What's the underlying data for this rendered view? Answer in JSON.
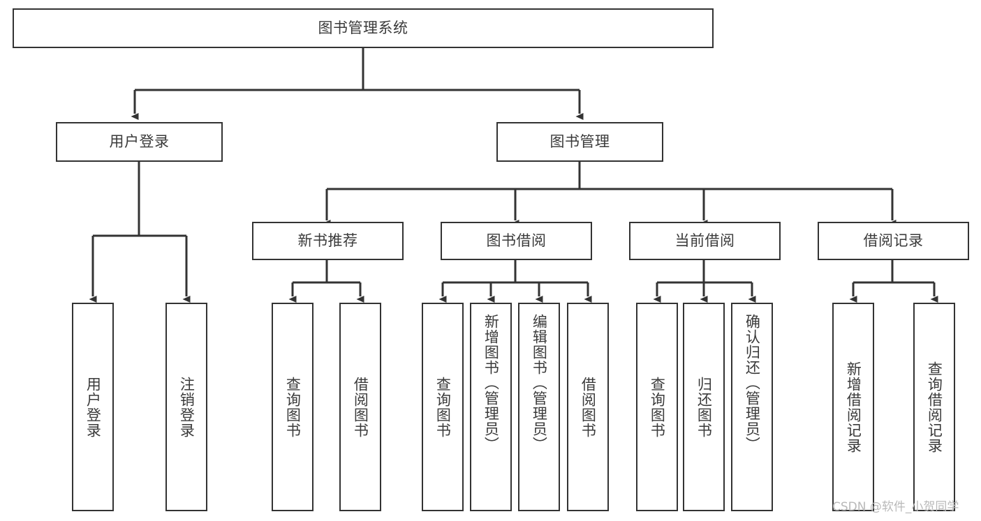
{
  "diagram": {
    "title": "图书管理系统",
    "type": "tree-hierarchy-flowchart",
    "colors": {
      "box_border": "#333333",
      "box_fill": "#ffffff",
      "text": "#3a3a3a",
      "connector": "#333333",
      "watermark": "#b9b9b9",
      "page_background": "#ffffff"
    },
    "nodes": {
      "root": {
        "label": "图书管理系统"
      },
      "level2": [
        {
          "id": "user-login",
          "label": "用户登录"
        },
        {
          "id": "book-management",
          "label": "图书管理"
        }
      ],
      "level3": [
        {
          "id": "new-book-recommend",
          "label": "新书推荐"
        },
        {
          "id": "book-borrow",
          "label": "图书借阅"
        },
        {
          "id": "current-borrow",
          "label": "当前借阅"
        },
        {
          "id": "borrow-record",
          "label": "借阅记录"
        }
      ],
      "leaves": {
        "user_login": [
          {
            "id": "leaf-user-login",
            "label": "用户登录"
          },
          {
            "id": "leaf-logout-login",
            "label": "注销登录"
          }
        ],
        "new_book_recommend": [
          {
            "id": "leaf-query-book-1",
            "label": "查询图书"
          },
          {
            "id": "leaf-borrow-book-1",
            "label": "借阅图书"
          }
        ],
        "book_borrow": [
          {
            "id": "leaf-query-book-2",
            "label": "查询图书"
          },
          {
            "id": "leaf-add-book-admin",
            "label": "新增图书（管理员）"
          },
          {
            "id": "leaf-edit-book-admin",
            "label": "编辑图书（管理员）"
          },
          {
            "id": "leaf-borrow-book-2",
            "label": "借阅图书"
          }
        ],
        "current_borrow": [
          {
            "id": "leaf-query-book-3",
            "label": "查询图书"
          },
          {
            "id": "leaf-return-book",
            "label": "归还图书"
          },
          {
            "id": "leaf-confirm-return-admin",
            "label": "确认归还（管理员）"
          }
        ],
        "borrow_record": [
          {
            "id": "leaf-add-borrow-record",
            "label": "新增借阅记录"
          },
          {
            "id": "leaf-query-borrow-record",
            "label": "查询借阅记录"
          }
        ]
      }
    },
    "watermark": "CSDN @软件_小贺同学"
  }
}
